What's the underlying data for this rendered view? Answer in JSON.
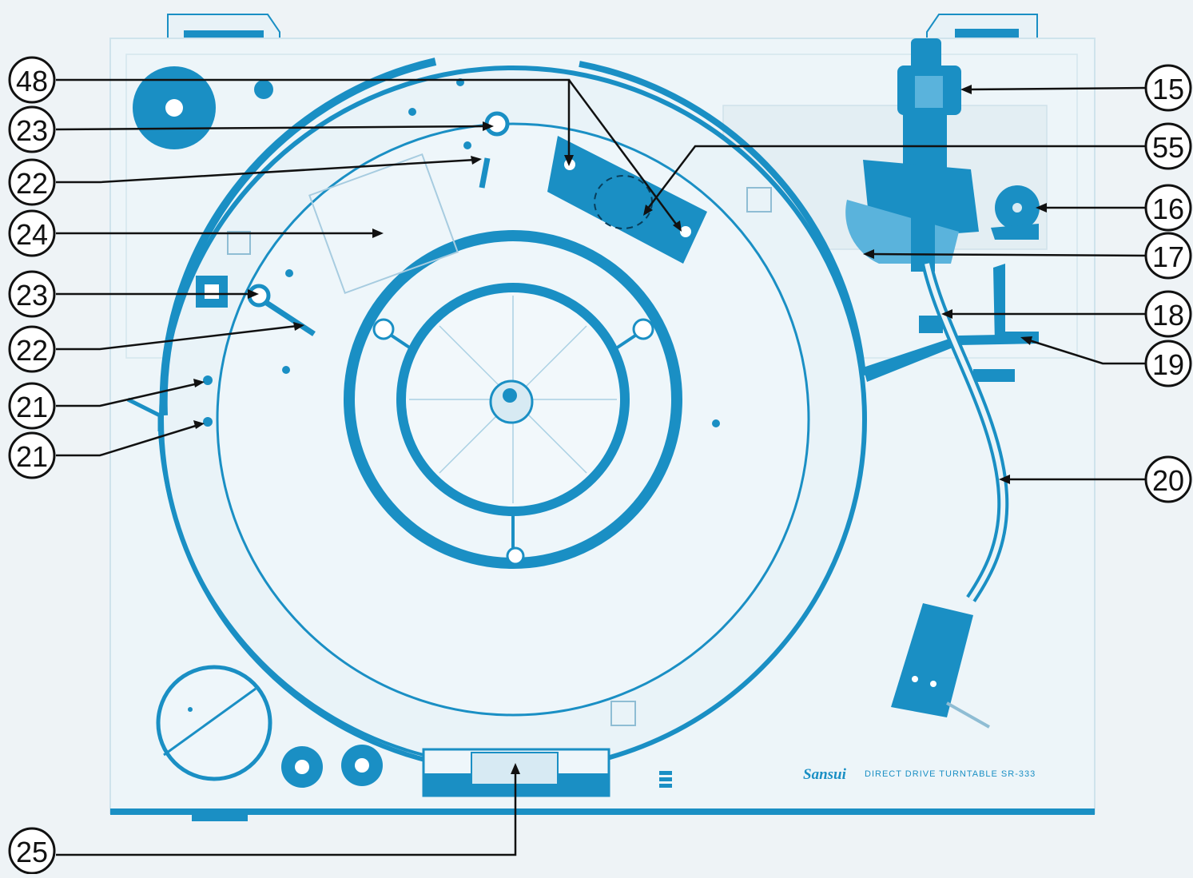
{
  "diagram": {
    "brand": "Sansui",
    "model_caption": "DIRECT DRIVE TURNTABLE  SR-333",
    "colors": {
      "panel": "#eaf4f8",
      "ink": "#1a8fc4",
      "ink_dark": "#0a78ad",
      "fill_light": "#cfe6f1",
      "callout": "#111111"
    },
    "callouts_left": [
      "48",
      "23",
      "22",
      "24",
      "23",
      "22",
      "21",
      "21",
      "25"
    ],
    "callouts_right": [
      "15",
      "55",
      "16",
      "17",
      "18",
      "19",
      "20"
    ]
  }
}
